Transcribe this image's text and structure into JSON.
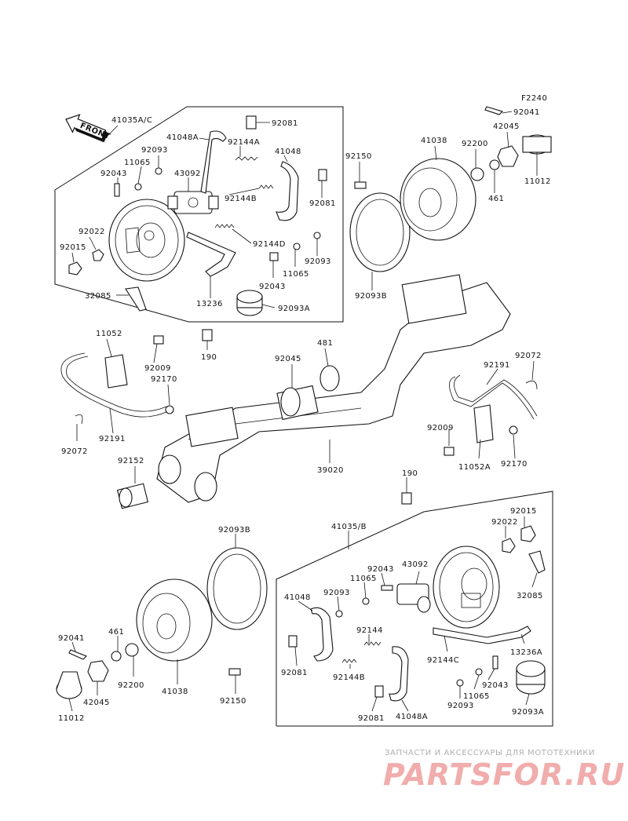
{
  "figure_code": "F2240",
  "front_label": "FRONT",
  "labels": [
    {
      "id": "41035a-c",
      "text": "41035A/C"
    },
    {
      "id": "41048a-top",
      "text": "41048A"
    },
    {
      "id": "92081-top1",
      "text": "92081"
    },
    {
      "id": "92093-top",
      "text": "92093"
    },
    {
      "id": "92144a",
      "text": "92144A"
    },
    {
      "id": "41048-top",
      "text": "41048"
    },
    {
      "id": "11065-top",
      "text": "11065"
    },
    {
      "id": "43092-top",
      "text": "43092"
    },
    {
      "id": "92043-top",
      "text": "92043"
    },
    {
      "id": "92144b-top",
      "text": "92144B"
    },
    {
      "id": "92081-top2",
      "text": "92081"
    },
    {
      "id": "92022-top",
      "text": "92022"
    },
    {
      "id": "92144d",
      "text": "92144D"
    },
    {
      "id": "92015-top",
      "text": "92015"
    },
    {
      "id": "11065-top2",
      "text": "11065"
    },
    {
      "id": "92093-top2",
      "text": "92093"
    },
    {
      "id": "92043-top2",
      "text": "92043"
    },
    {
      "id": "32085-top",
      "text": "32085"
    },
    {
      "id": "13236",
      "text": "13236"
    },
    {
      "id": "92093a-top",
      "text": "92093A"
    },
    {
      "id": "92041-top",
      "text": "92041"
    },
    {
      "id": "42045-top",
      "text": "42045"
    },
    {
      "id": "41038-top",
      "text": "41038"
    },
    {
      "id": "92200-top",
      "text": "92200"
    },
    {
      "id": "92150-top",
      "text": "92150"
    },
    {
      "id": "461-top",
      "text": "461"
    },
    {
      "id": "11012-top",
      "text": "11012"
    },
    {
      "id": "92093b-top",
      "text": "92093B"
    },
    {
      "id": "11052",
      "text": "11052"
    },
    {
      "id": "92009-left",
      "text": "92009"
    },
    {
      "id": "190-left",
      "text": "190"
    },
    {
      "id": "481",
      "text": "481"
    },
    {
      "id": "92045-mid",
      "text": "92045"
    },
    {
      "id": "92170-left",
      "text": "92170"
    },
    {
      "id": "92072-right",
      "text": "92072"
    },
    {
      "id": "92191-right",
      "text": "92191"
    },
    {
      "id": "92072-left",
      "text": "92072"
    },
    {
      "id": "92191-left",
      "text": "92191"
    },
    {
      "id": "92009-right",
      "text": "92009"
    },
    {
      "id": "11052a",
      "text": "11052A"
    },
    {
      "id": "92170-right",
      "text": "92170"
    },
    {
      "id": "39020",
      "text": "39020"
    },
    {
      "id": "92152",
      "text": "92152"
    },
    {
      "id": "190-right",
      "text": "190"
    },
    {
      "id": "92015-bot",
      "text": "92015"
    },
    {
      "id": "92022-bot",
      "text": "92022"
    },
    {
      "id": "92093b-bot",
      "text": "92093B"
    },
    {
      "id": "41035b",
      "text": "41035/B"
    },
    {
      "id": "92043-bot",
      "text": "92043"
    },
    {
      "id": "43092-bot",
      "text": "43092"
    },
    {
      "id": "11065-bot",
      "text": "11065"
    },
    {
      "id": "41048-bot",
      "text": "41048"
    },
    {
      "id": "92093-bot",
      "text": "92093"
    },
    {
      "id": "32085-bot",
      "text": "32085"
    },
    {
      "id": "92144",
      "text": "92144"
    },
    {
      "id": "92144c",
      "text": "92144C"
    },
    {
      "id": "13236a",
      "text": "13236A"
    },
    {
      "id": "92041-bot",
      "text": "92041"
    },
    {
      "id": "461-bot",
      "text": "461"
    },
    {
      "id": "92081-bot1",
      "text": "92081"
    },
    {
      "id": "92144b-bot",
      "text": "92144B"
    },
    {
      "id": "92043-bot2",
      "text": "92043"
    },
    {
      "id": "92200-bot",
      "text": "92200"
    },
    {
      "id": "42045-bot",
      "text": "42045"
    },
    {
      "id": "41038-bot",
      "text": "41038"
    },
    {
      "id": "92150-bot",
      "text": "92150"
    },
    {
      "id": "11065-bot2",
      "text": "11065"
    },
    {
      "id": "11012-bot",
      "text": "11012"
    },
    {
      "id": "92081-bot2",
      "text": "92081"
    },
    {
      "id": "41048a-bot",
      "text": "41048A"
    },
    {
      "id": "92093-bot2",
      "text": "92093"
    },
    {
      "id": "92093a-bot",
      "text": "92093A"
    }
  ],
  "watermark": {
    "caption": "ЗАПЧАСТИ И АКСЕССУАРЫ ДЛЯ МОТОТЕХНИКИ",
    "logo": "PARTSFOR.RU"
  }
}
